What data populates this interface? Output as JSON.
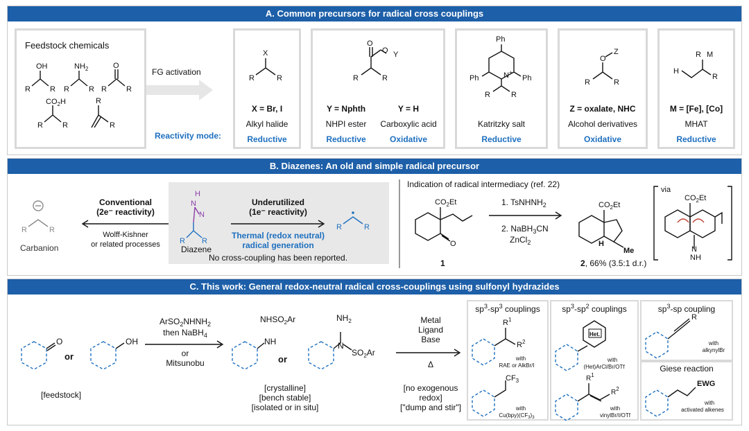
{
  "panelA": {
    "title": "A. Common precursors for radical cross couplings",
    "feedstock_title": "Feedstock chemicals",
    "fg_activation": "FG activation",
    "reactivity_mode": "Reactivity mode:",
    "alkyl_halide": {
      "x_label": "X = Br, I",
      "name": "Alkyl halide",
      "mode": "Reductive"
    },
    "nhpi": {
      "y1": "Y = Nphth",
      "y2": "Y = H",
      "name1": "NHPI ester",
      "name2": "Carboxylic acid",
      "mode1": "Reductive",
      "mode2": "Oxidative"
    },
    "katritzky": {
      "name": "Katritzky salt",
      "mode": "Reductive"
    },
    "alcohol": {
      "z_label": "Z = oxalate, NHC",
      "name": "Alcohol derivatives",
      "mode": "Oxidative"
    },
    "mhat": {
      "m_label": "M = [Fe], [Co]",
      "name": "MHAT",
      "mode": "Reductive"
    }
  },
  "panelB": {
    "title": "B. Diazenes: An old and simple radical precursor",
    "conventional": "Conventional",
    "two_e": "(2e⁻ reactivity)",
    "wolff1": "Wolff-Kishner",
    "wolff2": "or related processes",
    "carbanion": "Carbanion",
    "diazene": "Diazene",
    "underutilized": "Underutilized",
    "one_e": "(1e⁻ reactivity)",
    "thermal1": "Thermal (redox neutral)",
    "thermal2": "radical generation",
    "no_cc": "No cross-coupling has been reported.",
    "indication": "Indication of radical intermediacy (ref. 22)",
    "step1": "1. TsNHNH",
    "step2": "2. NaBH",
    "step2b": "CN",
    "step3": "ZnCl",
    "cmpd1": "1",
    "cmpd2": "2",
    "yield": ", 66% (3.5:1 d.r.)",
    "via": "via",
    "co2et": "CO",
    "et": "Et",
    "me": "Me",
    "h": "H",
    "nh": "NH"
  },
  "panelC": {
    "title": "C. This work: General redox-neutral radical cross-couplings using sulfonyl hydrazides",
    "or": "or",
    "feedstock": "[feedstock]",
    "reagent1": "ArSO",
    "reagent1b": "NHNH",
    "reagent2": "then NaBH",
    "reagent3": "or",
    "reagent4": "Mitsunobu",
    "crystalline": "[crystalline]",
    "bench": "[bench stable]",
    "isolated": "[isolated or in situ]",
    "metal": "Metal",
    "ligand": "Ligand",
    "base": "Base",
    "delta": "Δ",
    "no_exo1": "[no exogenous",
    "no_exo2": "redox]",
    "dump": "[\"dump and stir\"]",
    "sp3sp3": "couplings",
    "sp3sp2": "couplings",
    "sp3sp": "coupling",
    "giese": "Giese reaction",
    "with": "with",
    "rae": "RAE or AlkBr/I",
    "cu": "Cu(bpy)(CF",
    "het": "(Het)ArCl/Br/OTf",
    "vinyl": "vinylBr/I/OTf",
    "alkynyl": "alkynylBr",
    "activated": "activated alkenes",
    "nhso2ar": "NHSO",
    "ar": "Ar",
    "so2ar": "SO",
    "cf3": "CF"
  }
}
